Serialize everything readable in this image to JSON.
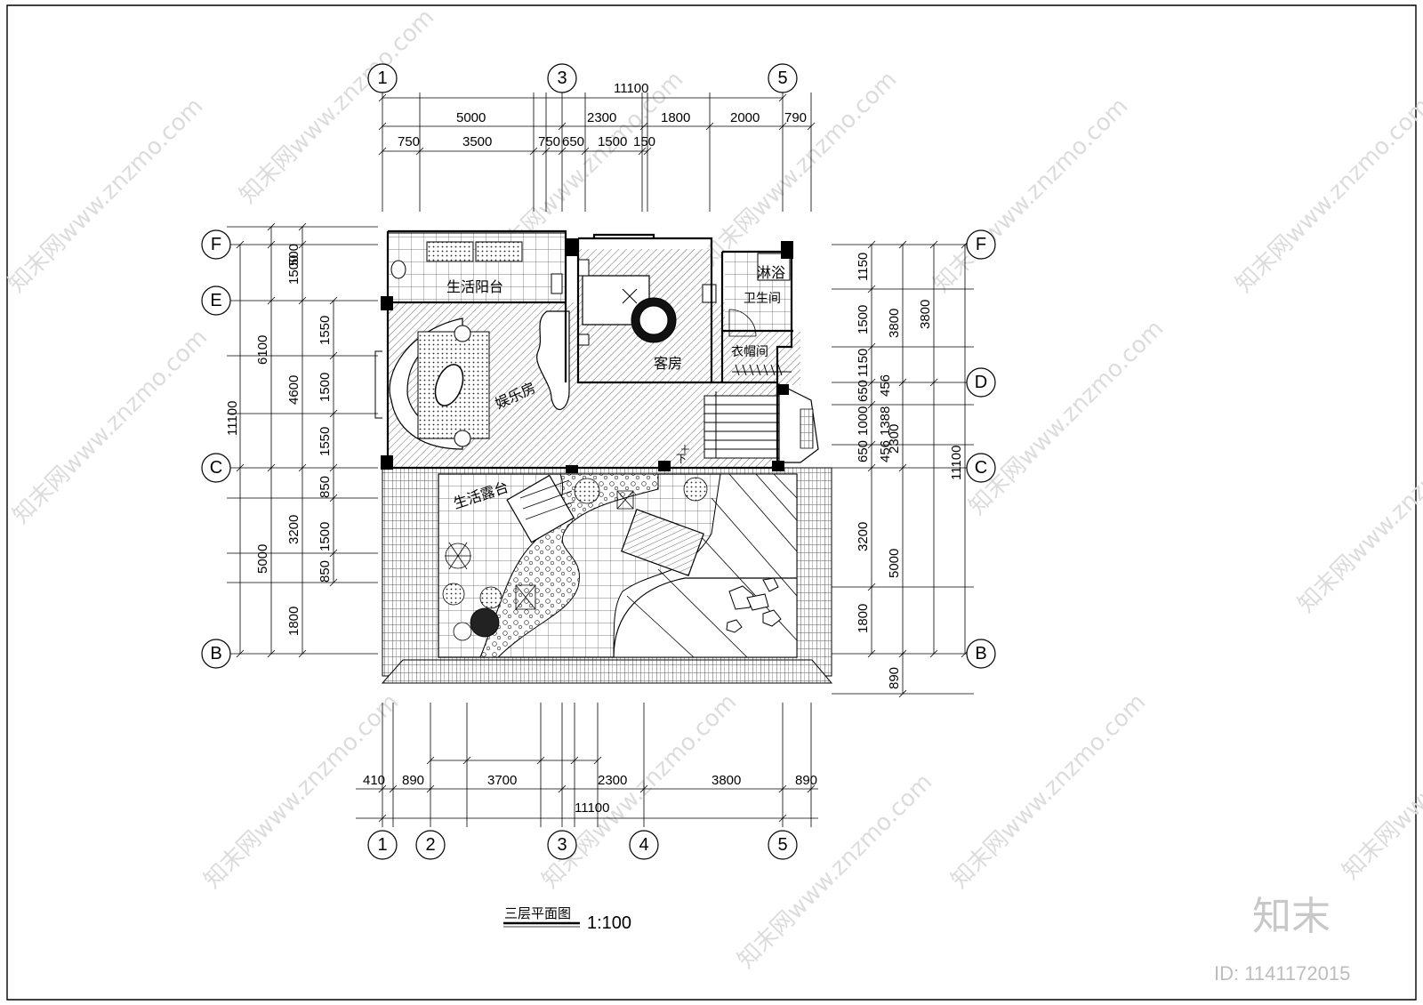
{
  "drawing": {
    "title": "三层平面图",
    "scale": "1:100",
    "watermark": "知末网www.znzmo.com",
    "logo": "知末",
    "id_label": "ID: 1141172015"
  },
  "grid_axes": {
    "top": [
      "1",
      "3",
      "5"
    ],
    "bottom": [
      "1",
      "2",
      "3",
      "4",
      "5"
    ],
    "left": [
      "F",
      "E",
      "C",
      "B"
    ],
    "right": [
      "F",
      "D",
      "C",
      "B"
    ]
  },
  "dimensions": {
    "top_total": "11100",
    "top_row1": [
      "5000",
      "2300",
      "1800",
      "2000",
      "790"
    ],
    "top_row2": [
      "750",
      "3500",
      "750",
      "650",
      "1500",
      "150"
    ],
    "bottom_total": "11100",
    "bottom_row": [
      "410",
      "890",
      "3700",
      "2300",
      "3800",
      "890"
    ],
    "left_total": "11100",
    "left_col1": [
      "6100",
      "5000"
    ],
    "left_col2": [
      "500",
      "1500",
      "4600",
      "3200",
      "1800"
    ],
    "left_col3": [
      "1550",
      "1500",
      "1550",
      "850",
      "1500",
      "850"
    ],
    "right_total": "11100",
    "right_col1": [
      "1150",
      "1500",
      "1150",
      "650",
      "1000",
      "650",
      "3200",
      "1800"
    ],
    "right_col2": [
      "456",
      "1388",
      "456"
    ],
    "right_col3": [
      "3800",
      "2300",
      "5000",
      "890"
    ],
    "right_col4": [
      "3800"
    ]
  },
  "rooms": {
    "balcony": "生活阳台",
    "entertainment": "娱乐房",
    "guest": "客房",
    "shower": "淋浴",
    "toilet": "卫生间",
    "closet": "衣帽间",
    "terrace": "生活露台"
  },
  "stair_label": "下"
}
